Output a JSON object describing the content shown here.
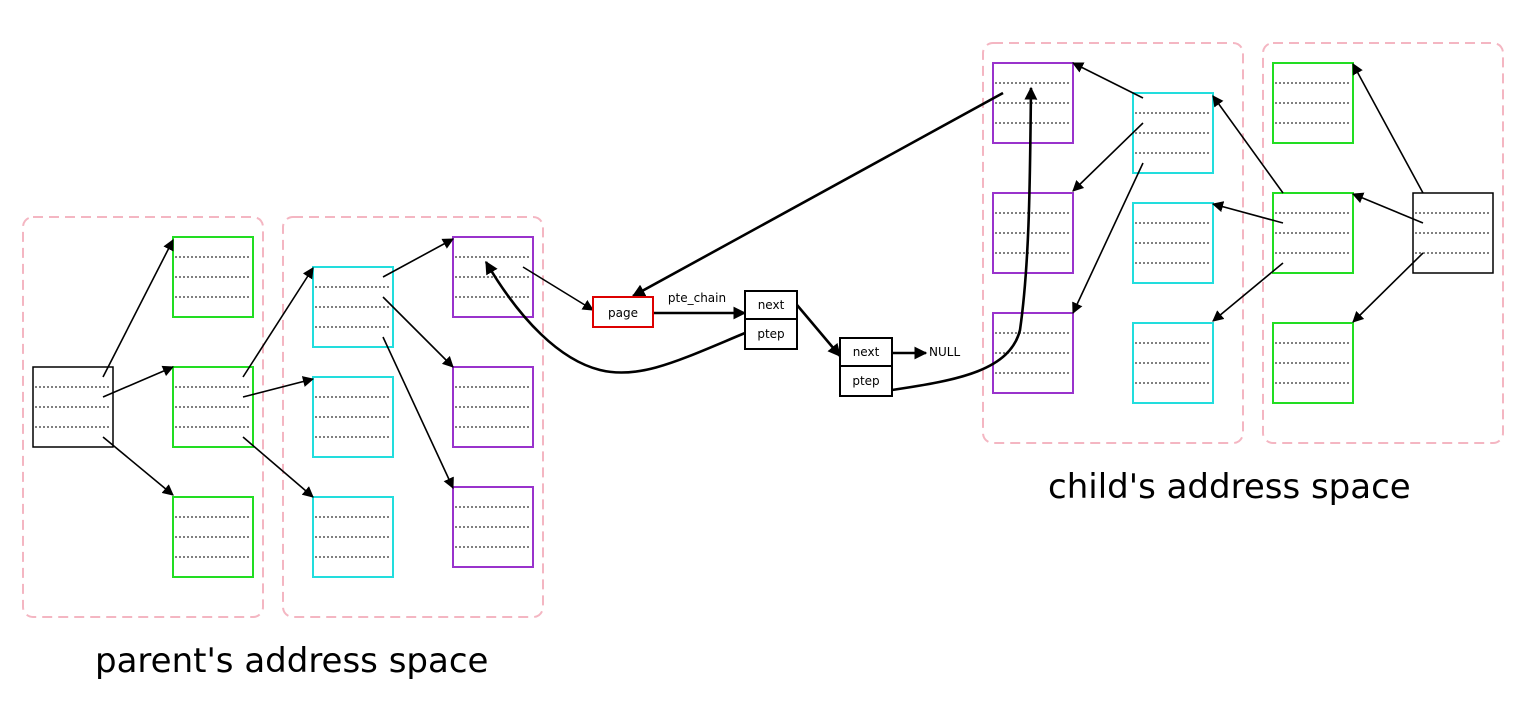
{
  "labels": {
    "page": "page",
    "pte_chain": "pte_chain",
    "node1_next": "next",
    "node1_ptep": "ptep",
    "node2_next": "next",
    "node2_ptep": "ptep",
    "null": "NULL",
    "parent_caption": "parent's address space",
    "child_caption": "child's address space"
  },
  "colors": {
    "region_border": "#f4b6c2",
    "pgd": "#000000",
    "pmd": "#22dd22",
    "pte_table": "#22dddd",
    "page_frame": "#9933cc",
    "page_struct": "#dd0000",
    "arrow": "#000000"
  }
}
